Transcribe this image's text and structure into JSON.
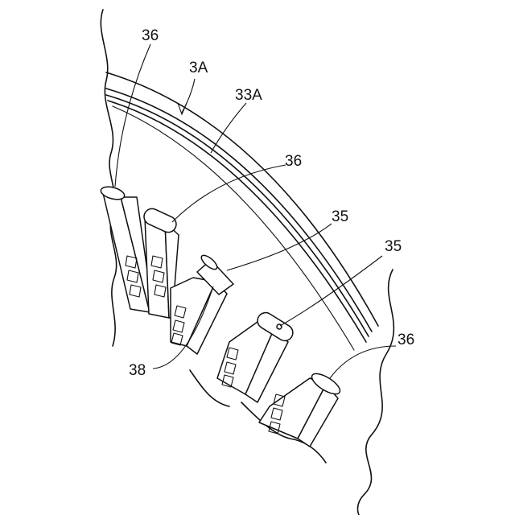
{
  "labels": {
    "l36a": "36",
    "l3a": "3A",
    "l33a": "33A",
    "l36b": "36",
    "l35a": "35",
    "l35b": "35",
    "l36c": "36",
    "l38": "38"
  }
}
